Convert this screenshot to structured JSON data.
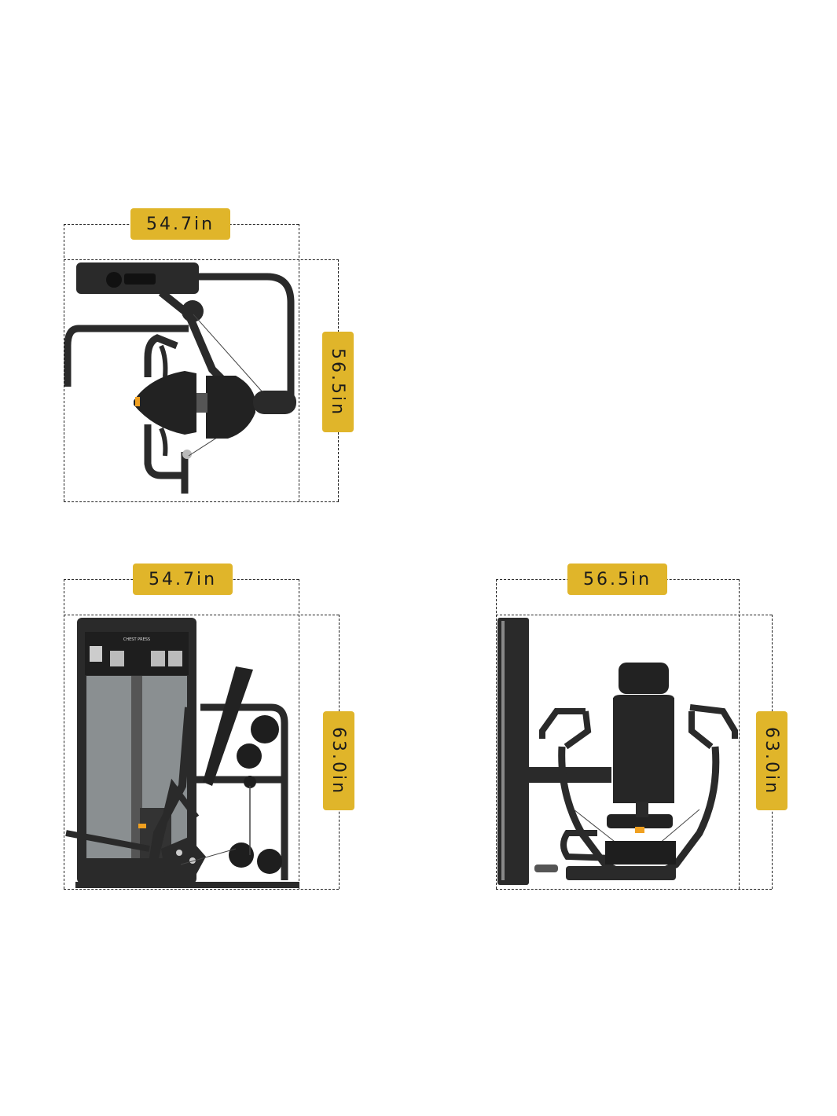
{
  "dimensions": {
    "top_view": {
      "width": "54.7in",
      "depth": "56.5in"
    },
    "side_view": {
      "width": "54.7in",
      "height": "63.0in"
    },
    "front_view": {
      "width": "56.5in",
      "height": "63.0in"
    }
  },
  "machine": {
    "placard_title": "CHEST PRESS"
  },
  "colors": {
    "badge": "#e0b52a",
    "frame": "#2a2a2a",
    "shroud": "#8a8f91",
    "accent": "#f0a020"
  }
}
